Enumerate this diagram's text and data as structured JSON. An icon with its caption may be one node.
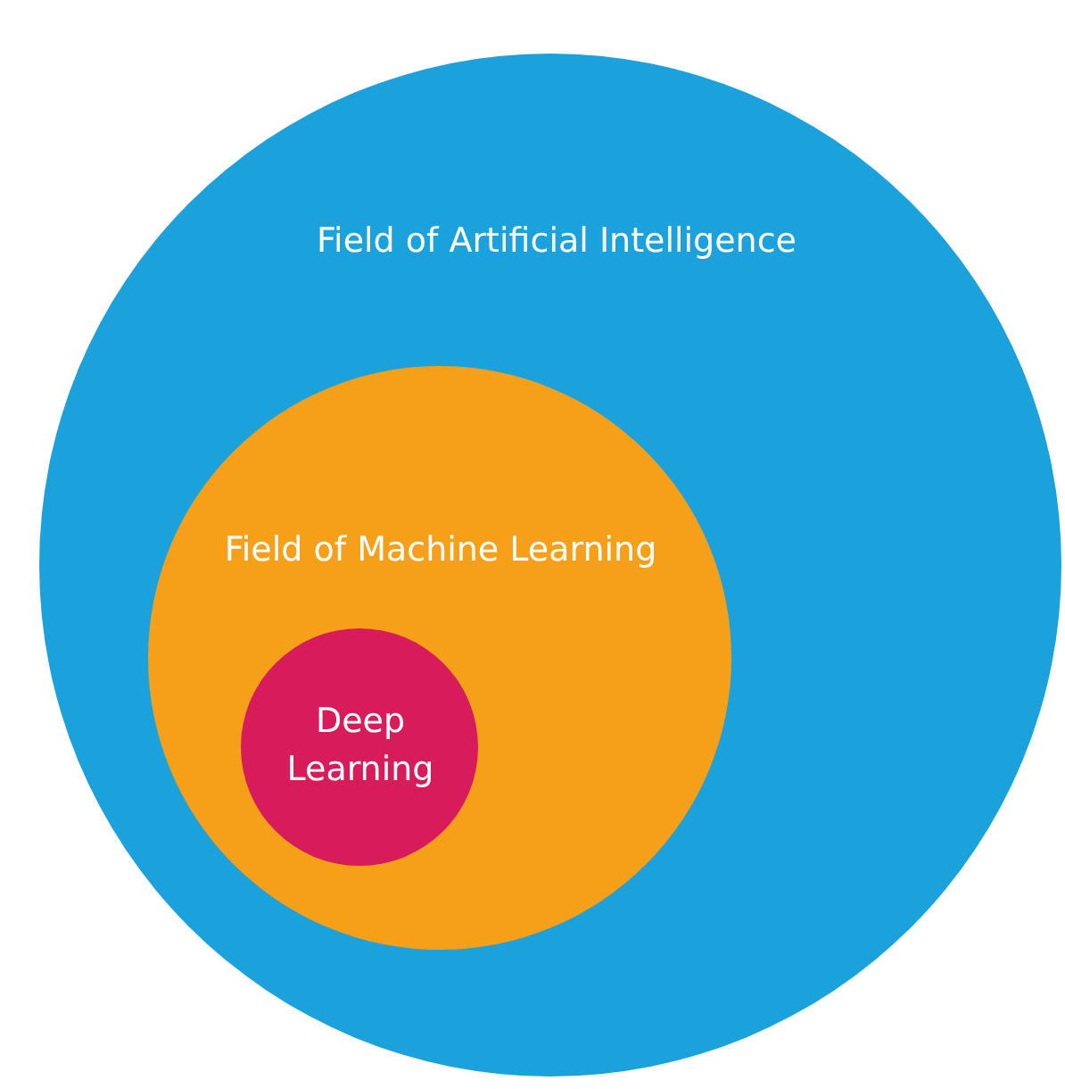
{
  "diagram": {
    "nodes": [
      {
        "text": [
          "Field of Artificial Intelligence"
        ]
      },
      {
        "text": [
          "Field of Machine Learning"
        ],
        "in": 0
      },
      {
        "text": [
          "Deep Learning"
        ],
        "in": 1
      }
    ]
  }
}
